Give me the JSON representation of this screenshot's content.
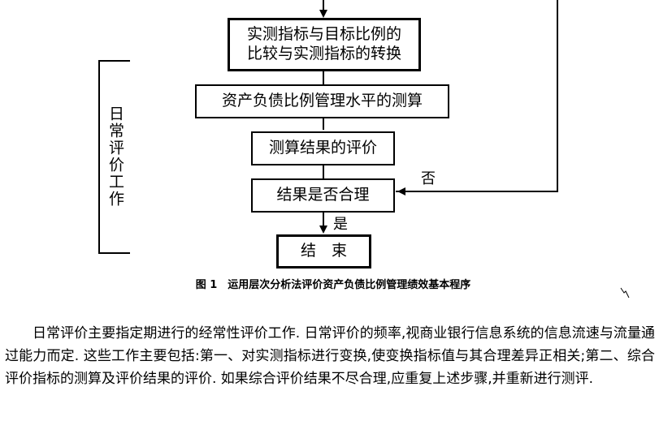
{
  "flowchart": {
    "step1_line1": "实测指标与目标比例的",
    "step1_line2": "比较与实测指标的转换",
    "step2": "资产负债比例管理水平的测算",
    "step3": "测算结果的评价",
    "step4": "结果是否合理",
    "end": "结　束",
    "label_no": "否",
    "label_yes": "是",
    "side_label": "日常评价工作"
  },
  "caption": "图 1　运用层次分析法评价资产负债比例管理绩效基本程序",
  "paragraph": "日常评价主要指定期进行的经常性评价工作. 日常评价的频率,视商业银行信息系统的信息流速与流量通过能力而定. 这些工作主要包括:第一、对实测指标进行变换,使变换指标值与其合理差异正相关;第二、综合评价指标的测算及评价结果的评价. 如果综合评价结果不尽合理,应重复上述步骤,并重新进行测评."
}
